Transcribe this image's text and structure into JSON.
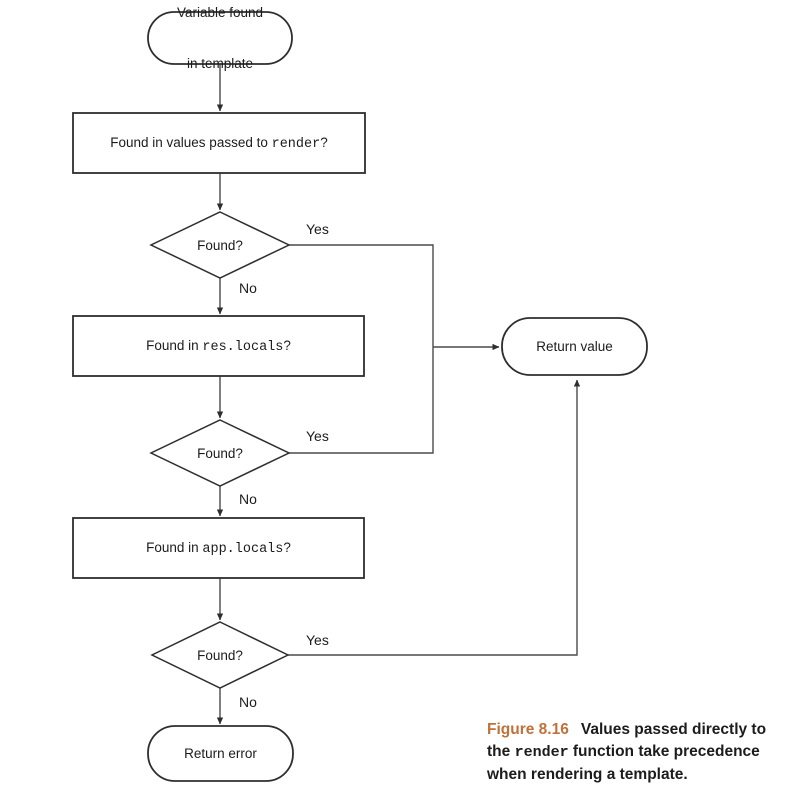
{
  "flowchart": {
    "start": {
      "line1": "Variable found",
      "line2": "in template"
    },
    "check1": {
      "prefix": "Found in values passed to ",
      "code": "render",
      "suffix": "?"
    },
    "check2": {
      "prefix": "Found in ",
      "code": "res.locals",
      "suffix": "?"
    },
    "check3": {
      "prefix": "Found in ",
      "code": "app.locals",
      "suffix": "?"
    },
    "decision_label": "Found?",
    "yes_label": "Yes",
    "no_label": "No",
    "return_value": "Return value",
    "return_error": "Return error"
  },
  "caption": {
    "figure_label": "Figure 8.16",
    "text_before_code": "Values passed directly to the ",
    "code": "render",
    "text_after_code": " function take precedence when rendering a template."
  },
  "colors": {
    "line": "#4a4a4a",
    "shape_border": "#2e2e2e",
    "text": "#1c1c1c",
    "caption_accent": "#c0713a",
    "background": "#ffffff"
  }
}
